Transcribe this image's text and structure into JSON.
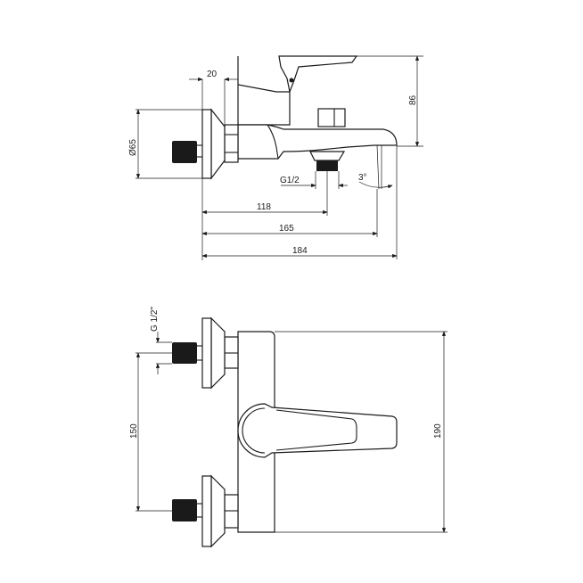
{
  "side_view": {
    "dim_flange_depth": "20",
    "dim_height": "86",
    "dim_flange_diameter": "Ø65",
    "dim_outlet_thread": "G1/2",
    "dim_spout_angle": "3°",
    "dim_outlet_distance": "118",
    "dim_spout_reach": "165",
    "dim_total_length": "184"
  },
  "top_view": {
    "dim_inlet_thread": "G 1/2\"",
    "dim_inlet_spacing": "150",
    "dim_body_length": "190"
  },
  "colors": {
    "line": "#1a1a1a",
    "background": "#ffffff"
  }
}
